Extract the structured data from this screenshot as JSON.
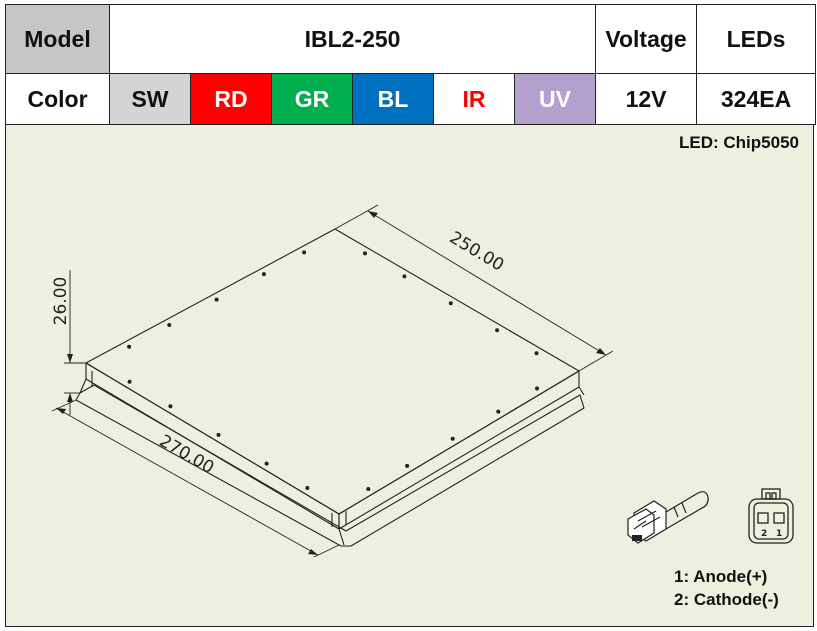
{
  "spec_table": {
    "model_label": "Model",
    "model_value": "IBL2-250",
    "voltage_label": "Voltage",
    "leds_label": "LEDs",
    "color_label": "Color",
    "colors": [
      "SW",
      "RD",
      "GR",
      "BL",
      "IR",
      "UV"
    ],
    "voltage_value": "12V",
    "leds_value": "324EA",
    "color_swatches": {
      "SW": "#d4d4d4",
      "RD": "#ff0000",
      "GR": "#00b050",
      "BL": "#0070c0",
      "IR": "#ffffff",
      "UV": "#b4a0cc"
    }
  },
  "drawing": {
    "led_type": "LED: Chip5050",
    "dimensions": {
      "height": "26.00",
      "depth": "250.00",
      "width": "270.00"
    },
    "pin_legend": [
      "1: Anode(+)",
      "2: Cathode(-)"
    ],
    "connector_pins": [
      "2",
      "1"
    ],
    "icons": [
      "led-panel-isometric",
      "connector-cable-icon",
      "connector-face-icon"
    ]
  }
}
